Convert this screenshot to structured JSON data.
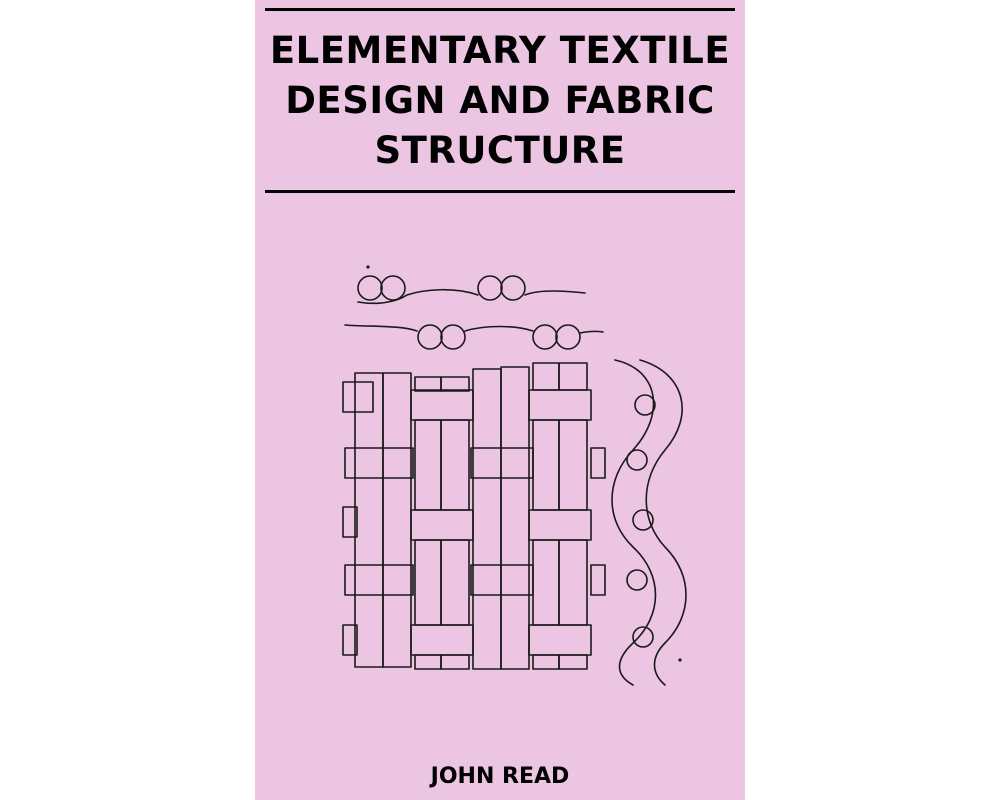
{
  "cover": {
    "background_color": "#ebc5e1",
    "title_lines": [
      "ELEMENTARY TEXTILE",
      "DESIGN AND FABRIC",
      "STRUCTURE"
    ],
    "author": "JOHN READ",
    "illustration": "plain-weave-fabric-diagram-icon"
  }
}
